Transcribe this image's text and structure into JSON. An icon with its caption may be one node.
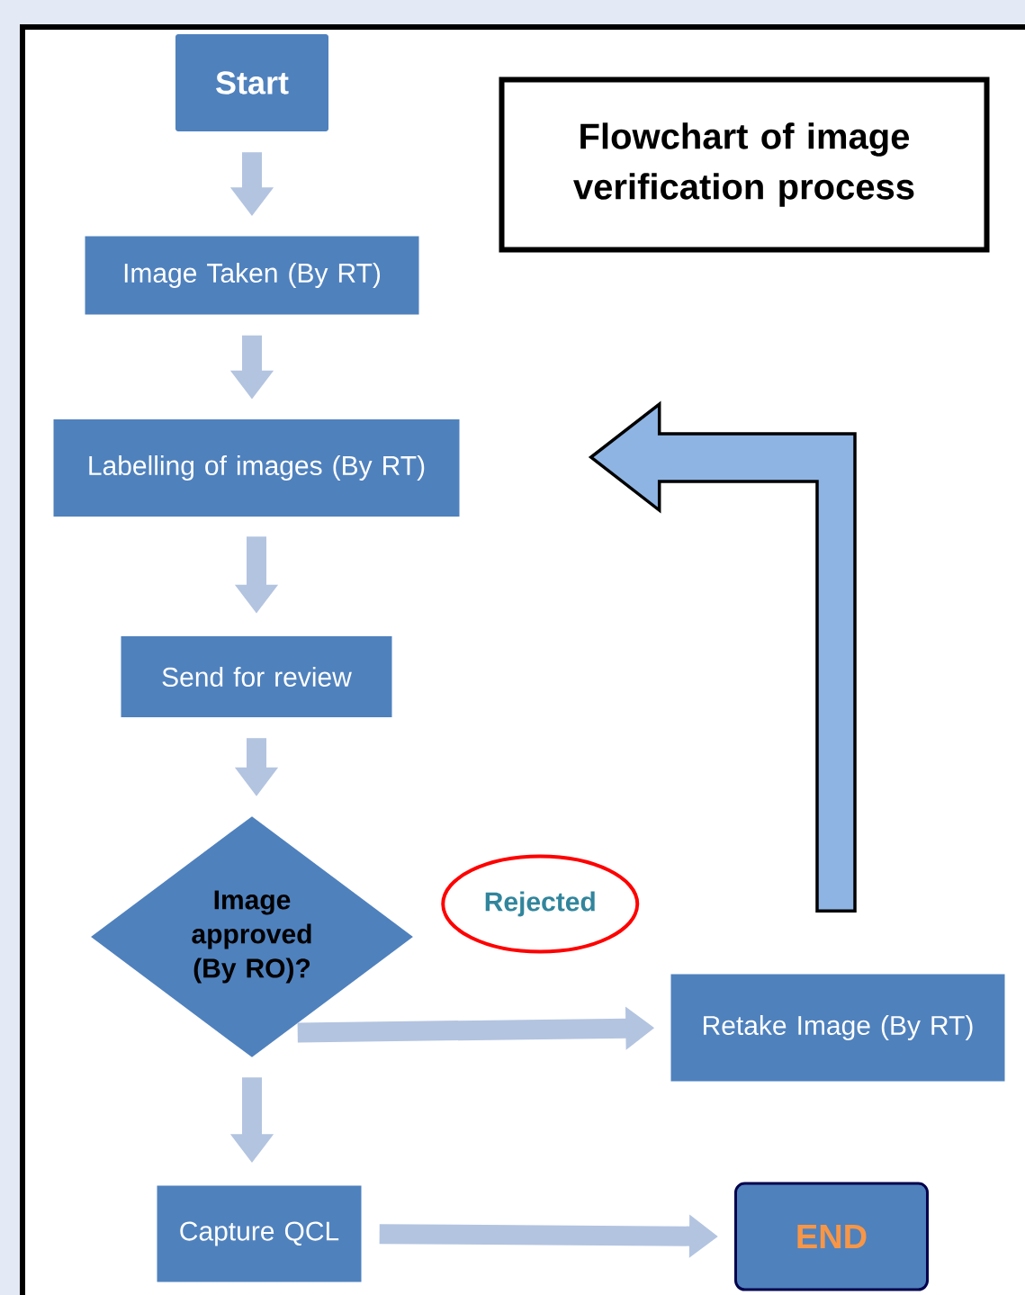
{
  "diagram": {
    "title": "Flowchart of image verification process",
    "nodes": [
      {
        "text": [
          "Start"
        ]
      },
      {
        "text": [
          "Image Taken (By RT)"
        ]
      },
      {
        "text": [
          "Labelling of images (By RT)"
        ]
      },
      {
        "text": [
          "Send for review"
        ]
      },
      {
        "text": [
          "Image approved (By RO)?"
        ]
      },
      {
        "text": [
          "Retake Image (By RT)"
        ]
      },
      {
        "text": [
          "Capture QCL"
        ]
      },
      {
        "text": [
          "END"
        ]
      }
    ],
    "edges": [
      {
        "from": 0,
        "to": 1,
        "arrow": "to"
      },
      {
        "from": 1,
        "to": 2,
        "arrow": "to"
      },
      {
        "from": 2,
        "to": 3,
        "arrow": "to"
      },
      {
        "from": 3,
        "to": 4,
        "arrow": "to"
      },
      {
        "from": 4,
        "to": 5,
        "arrow": "to",
        "label": "Rejected"
      },
      {
        "from": 4,
        "to": 6,
        "arrow": "to"
      },
      {
        "from": 6,
        "to": 7,
        "arrow": "to"
      },
      {
        "from": 5,
        "to": 2,
        "arrow": "to",
        "style": "thick",
        "color": "#8eb4e3"
      }
    ]
  }
}
